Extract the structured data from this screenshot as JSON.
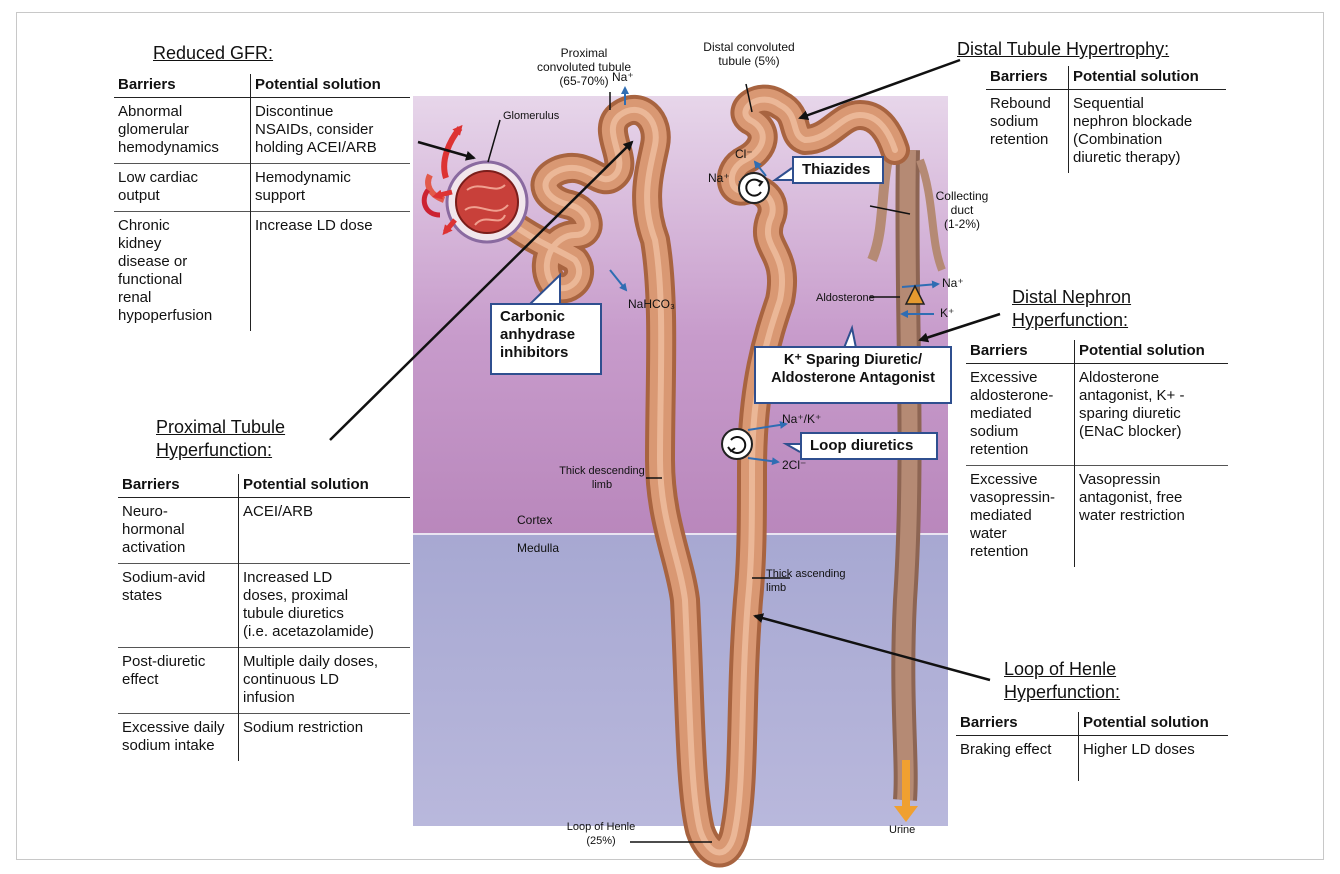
{
  "anatomy": {
    "proximal_tubule": "Proximal\nconvoluted tubule\n(65-70%)",
    "distal_tubule": "Distal convoluted\ntubule (5%)",
    "glomerulus": "Glomerulus",
    "collecting_duct": "Collecting\nduct\n(1-2%)",
    "aldosterone": "Aldosterone",
    "thick_descending": "Thick descending\nlimb",
    "thick_ascending": "Thick ascending\nlimb",
    "cortex": "Cortex",
    "medulla": "Medulla",
    "loop_of_henle": "Loop of Henle\n(25%)",
    "urine": "Urine"
  },
  "ions": {
    "na_proximal": "Na⁺",
    "cl_distal": "Cl⁻",
    "na_distal": "Na⁺",
    "nahco3": "NaHCO₃",
    "na_collecting": "Na⁺",
    "k_collecting": "K⁺",
    "nak_loop": "Na⁺/K⁺",
    "cl2_loop": "2Cl⁻"
  },
  "drugs": {
    "thiazides": "Thiazides",
    "carbonic": "Carbonic\nanhydrase\ninhibitors",
    "k_sparing": "K⁺ Sparing Diuretic/\nAldosterone Antagonist",
    "loop": "Loop diuretics"
  },
  "headers": {
    "barriers": "Barriers",
    "solution": "Potential solution"
  },
  "reduced_gfr": {
    "title": "Reduced GFR:",
    "rows": [
      {
        "barrier": "Abnormal\nglomerular\nhemodynamics",
        "solution": "Discontinue\nNSAIDs, consider\nholding ACEI/ARB"
      },
      {
        "barrier": "Low cardiac\noutput",
        "solution": "Hemodynamic\nsupport"
      },
      {
        "barrier": "Chronic\nkidney\ndisease or\nfunctional\nrenal\nhypoperfusion",
        "solution": "Increase LD dose"
      }
    ]
  },
  "proximal": {
    "title": "Proximal Tubule\nHyperfunction:",
    "rows": [
      {
        "barrier": "Neuro-\nhormonal\nactivation",
        "solution": "ACEI/ARB"
      },
      {
        "barrier": "Sodium-avid\nstates",
        "solution": "Increased LD\ndoses, proximal\ntubule diuretics\n(i.e. acetazolamide)"
      },
      {
        "barrier": "Post-diuretic\neffect",
        "solution": "Multiple daily doses,\ncontinuous LD\ninfusion"
      },
      {
        "barrier": "Excessive daily\nsodium intake",
        "solution": "Sodium restriction"
      }
    ]
  },
  "distal_tubule": {
    "title": "Distal Tubule Hypertrophy:",
    "rows": [
      {
        "barrier": "Rebound\nsodium\nretention",
        "solution": "Sequential\nnephron blockade\n(Combination\ndiuretic therapy)"
      }
    ]
  },
  "distal_nephron": {
    "title": "Distal Nephron\nHyperfunction:",
    "rows": [
      {
        "barrier": "Excessive\naldosterone-\nmediated\nsodium\nretention",
        "solution": "Aldosterone\nantagonist, K+ -\nsparing diuretic\n(ENaC blocker)"
      },
      {
        "barrier": "Excessive\nvasopressin-\nmediated\nwater\nretention",
        "solution": "Vasopressin\nantagonist, free\nwater restriction"
      }
    ]
  },
  "loop_henle": {
    "title": "Loop of Henle\nHyperfunction:",
    "rows": [
      {
        "barrier": "Braking effect",
        "solution": "Higher LD doses"
      }
    ]
  },
  "colors": {
    "tubule": "#d99873",
    "tubule_edge": "#a86440",
    "cortex": "#c79bcb",
    "medulla": "#a7a8d2",
    "callout_border": "#2f4f8f",
    "ion_arrow": "#2f6db3",
    "urine_arrow": "#f0a030",
    "aldosterone_triangle": "#e59a2e"
  }
}
